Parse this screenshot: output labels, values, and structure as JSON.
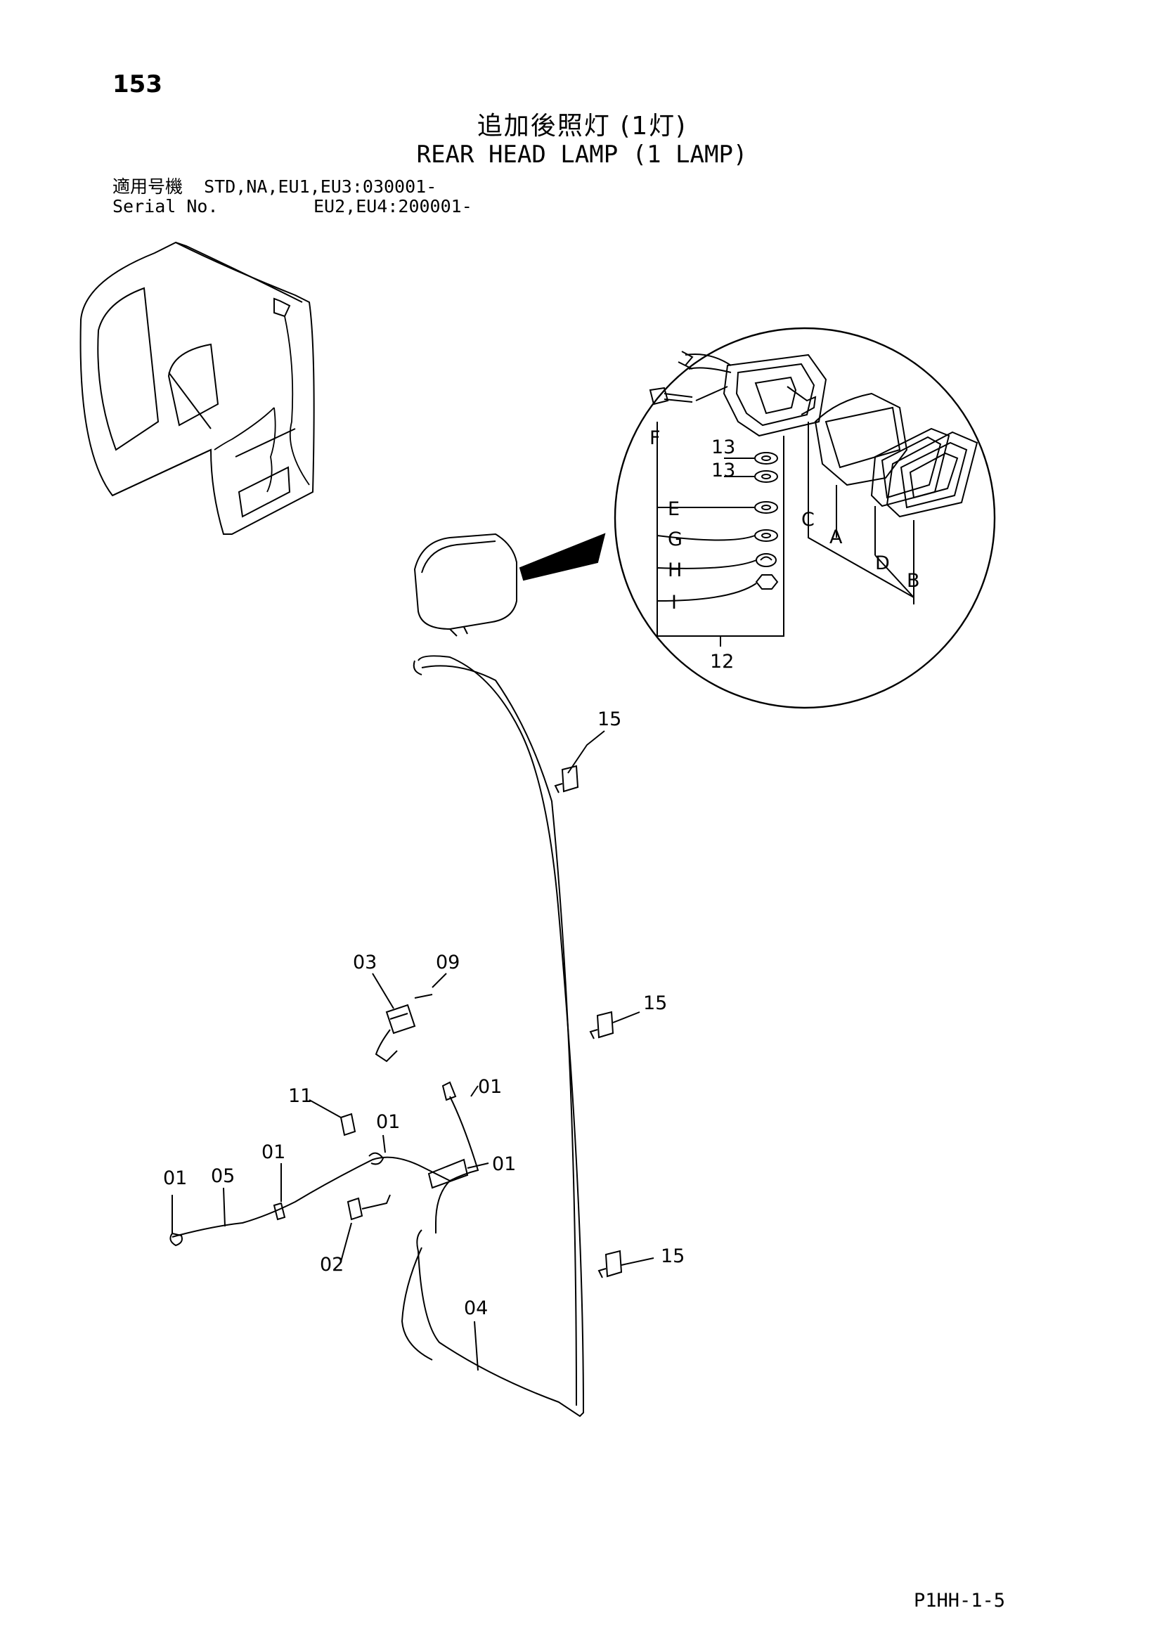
{
  "page": {
    "number": "153",
    "title_jp": "追加後照灯 (1灯)",
    "title_en": "REAR HEAD LAMP (1 LAMP)",
    "footer_code": "P1HH-1-5"
  },
  "applicability": {
    "label_jp": "適用号機",
    "label_en": "Serial No.",
    "line1": "STD,NA,EU1,EU3:030001-",
    "line2": "EU2,EU4:200001-"
  },
  "callouts": {
    "c12": "12",
    "c13a": "13",
    "c13b": "13",
    "cA": "A",
    "cB": "B",
    "cC": "C",
    "cD": "D",
    "cE": "E",
    "cF": "F",
    "cG": "G",
    "cH": "H",
    "cI": "I",
    "c15a": "15",
    "c15b": "15",
    "c15c": "15",
    "c03": "03",
    "c09": "09",
    "c11": "11",
    "c01a": "01",
    "c01b": "01",
    "c01c": "01",
    "c01d": "01",
    "c01e": "01",
    "c05": "05",
    "c02": "02",
    "c04": "04"
  }
}
